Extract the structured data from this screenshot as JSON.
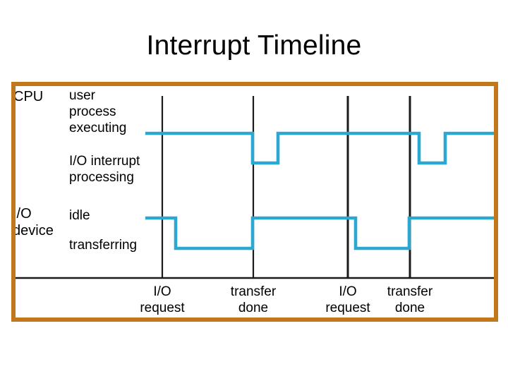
{
  "slide": {
    "title": "Interrupt Timeline",
    "background_color": "#ffffff"
  },
  "figure": {
    "frame_color": "#C0781B",
    "signal_color": "#2BA8D2",
    "axis_color": "#1A1A1A",
    "text_color": "#000000",
    "tracks": [
      {
        "name": "CPU",
        "label": "CPU",
        "states": [
          {
            "key": "user-process-executing",
            "label": "user\nprocess\nexecuting"
          },
          {
            "key": "io-interrupt-processing",
            "label": "I/O interrupt\nprocessing"
          }
        ]
      },
      {
        "name": "I/O device",
        "label": "I/O\ndevice",
        "states": [
          {
            "key": "idle",
            "label": "idle"
          },
          {
            "key": "transferring",
            "label": "transferring"
          }
        ]
      }
    ],
    "events": [
      {
        "key": "io-request-1",
        "label": "I/O\nrequest",
        "x": 208
      },
      {
        "key": "transfer-done-1",
        "label": "transfer\ndone",
        "x": 337
      },
      {
        "key": "io-request-2",
        "label": "I/O\nrequest",
        "x": 471
      },
      {
        "key": "transfer-done-2",
        "label": "transfer\ndone",
        "x": 559
      }
    ],
    "chart_data": {
      "type": "line",
      "title": "Interrupt Timeline",
      "xlabel": "",
      "ylabel": "",
      "grid": false,
      "legend": "none",
      "x_range": [
        184,
        690
      ],
      "event_marker_x": [
        208,
        337,
        471,
        559
      ],
      "series": [
        {
          "name": "CPU",
          "state_levels": {
            "user-process-executing": 67,
            "io-interrupt-processing": 109
          },
          "segments": [
            {
              "state": "user-process-executing",
              "x_start": 184,
              "x_end": 336
            },
            {
              "state": "io-interrupt-processing",
              "x_start": 336,
              "x_end": 372
            },
            {
              "state": "user-process-executing",
              "x_start": 372,
              "x_end": 572
            },
            {
              "state": "io-interrupt-processing",
              "x_start": 572,
              "x_end": 609
            },
            {
              "state": "user-process-executing",
              "x_start": 609,
              "x_end": 690
            }
          ]
        },
        {
          "name": "I/O device",
          "state_levels": {
            "idle": 187,
            "transferring": 230
          },
          "segments": [
            {
              "state": "idle",
              "x_start": 184,
              "x_end": 227
            },
            {
              "state": "transferring",
              "x_start": 227,
              "x_end": 336
            },
            {
              "state": "idle",
              "x_start": 336,
              "x_end": 482
            },
            {
              "state": "transferring",
              "x_start": 482,
              "x_end": 558
            },
            {
              "state": "idle",
              "x_start": 558,
              "x_end": 690
            }
          ]
        }
      ],
      "axis_baseline_y": 272,
      "event_lines": [
        {
          "x": 208,
          "y_top": 14,
          "y_bottom": 272
        },
        {
          "x": 337,
          "y_top": 14,
          "y_bottom": 272
        },
        {
          "x": 471,
          "y_top": 14,
          "y_bottom": 272
        },
        {
          "x": 559,
          "y_top": 14,
          "y_bottom": 272
        }
      ]
    }
  }
}
